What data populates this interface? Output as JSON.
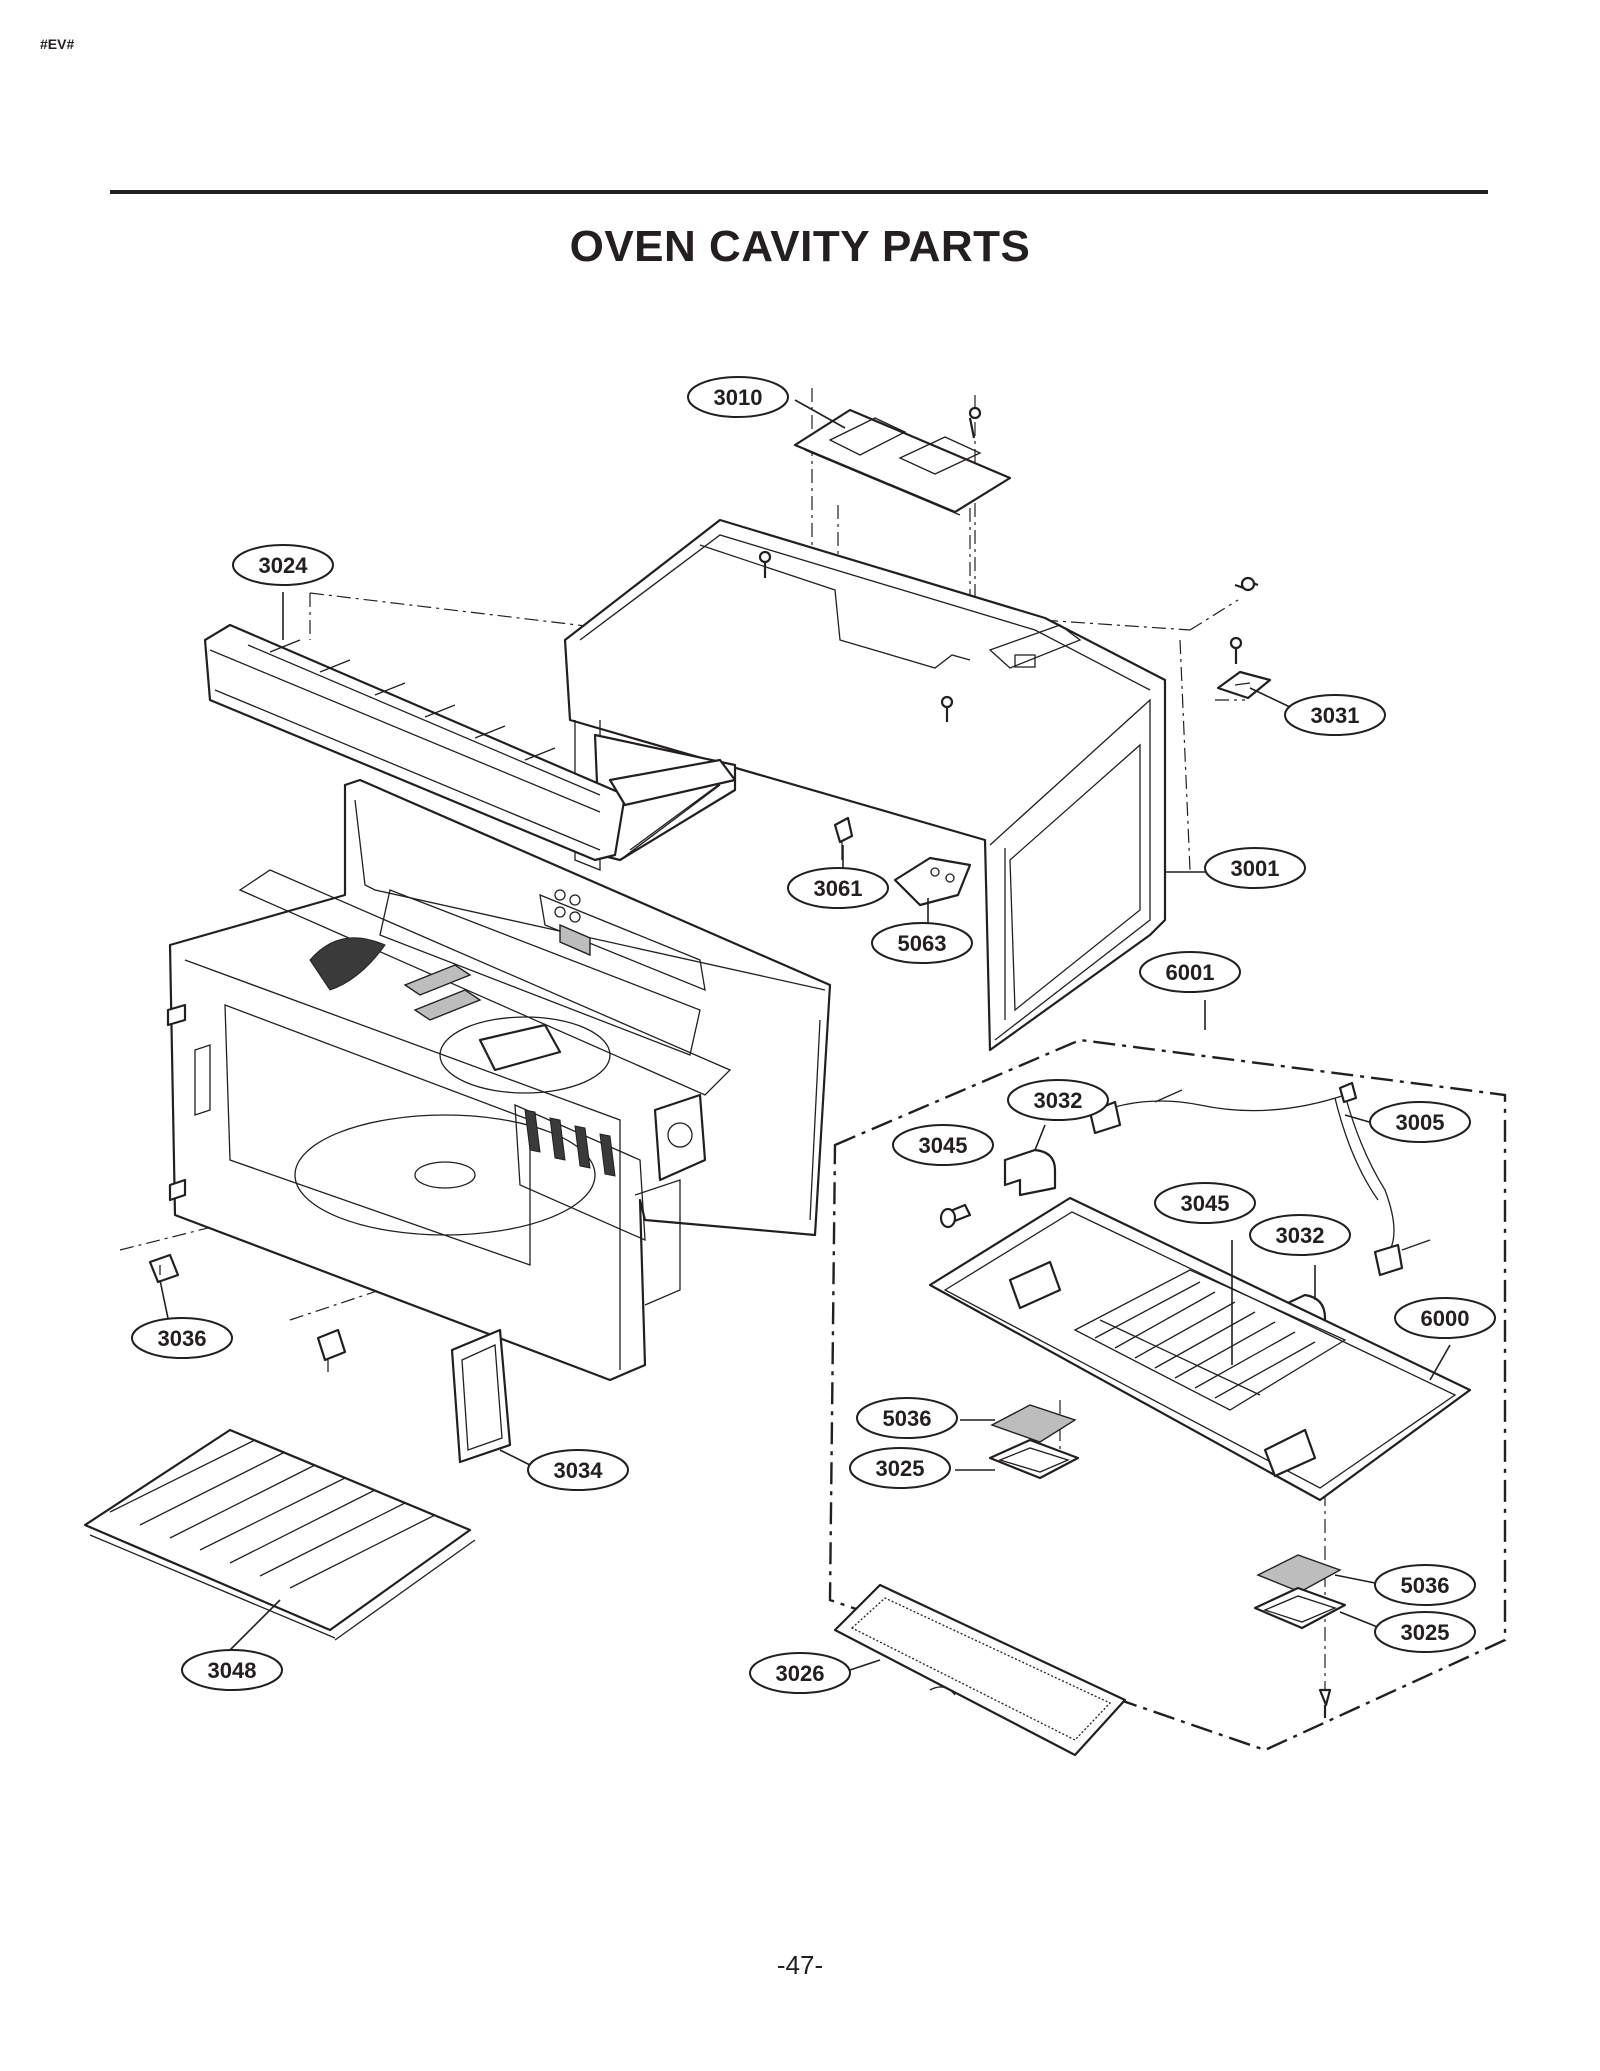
{
  "header": {
    "corner_tag": "#EV#",
    "title": "OVEN CAVITY PARTS"
  },
  "footer": {
    "page_number": "-47-"
  },
  "parts": {
    "p3010": "3010",
    "p3024": "3024",
    "p3031": "3031",
    "p3001": "3001",
    "p3061": "3061",
    "p5063": "5063",
    "p6001": "6001",
    "p3032a": "3032",
    "p3005": "3005",
    "p3045a": "3045",
    "p3045b": "3045",
    "p3032b": "3032",
    "p6000": "6000",
    "p3036": "3036",
    "p3034": "3034",
    "p5036a": "5036",
    "p3025a": "3025",
    "p5036b": "5036",
    "p3025b": "3025",
    "p3048": "3048",
    "p3026": "3026"
  }
}
